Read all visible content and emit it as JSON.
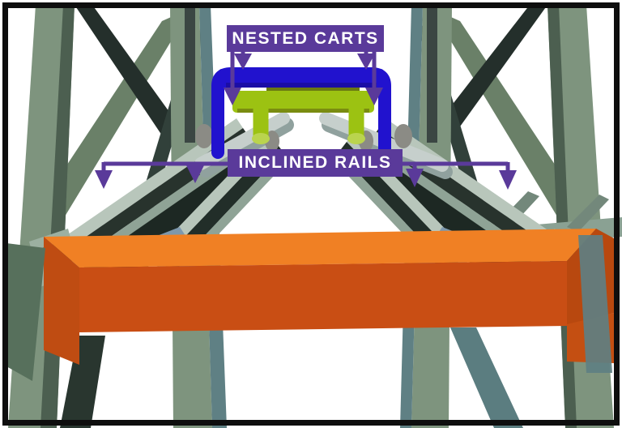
{
  "figure": {
    "type": "3d-rack-illustration",
    "subject": "Nested pushback carts on inclined rails inside a pallet rack bay"
  },
  "labels": {
    "nested_carts": "NESTED CARTS",
    "inclined_rails": "INCLINED RAILS"
  },
  "callouts": [
    {
      "text": "NESTED CARTS",
      "arrow_count": 4,
      "targets": [
        "blue outer cart",
        "green inner cart"
      ]
    },
    {
      "text": "INCLINED RAILS",
      "arrow_count": 4,
      "targets": [
        "left outer rail",
        "left inner rail",
        "right inner rail",
        "right outer rail"
      ]
    }
  ],
  "colors": {
    "label-purple": "#5a3a9a",
    "label-text": "#ffffff",
    "cart-blue": "#2112ce",
    "cart-blue-dark": "#1b0da6",
    "cart-green": "#9cc212",
    "cart-green-dark": "#6b7a12",
    "cart-green-light": "#bad44e",
    "beam-orange": "#c94e14",
    "beam-orange-top": "#f08024",
    "beam-orange-side": "#b24310",
    "rail-sage": "#b8c6bb",
    "rail-mid": "#8fa396",
    "rail-dark": "#28332d",
    "rail-steel": "#4f7ba8",
    "post-green": "#7e947e",
    "post-dark": "#4c5f50",
    "post-teal": "#5f8084",
    "brace-dark": "#242f2b",
    "frame-black": "#0e0e0e",
    "background": "#ffffff"
  }
}
